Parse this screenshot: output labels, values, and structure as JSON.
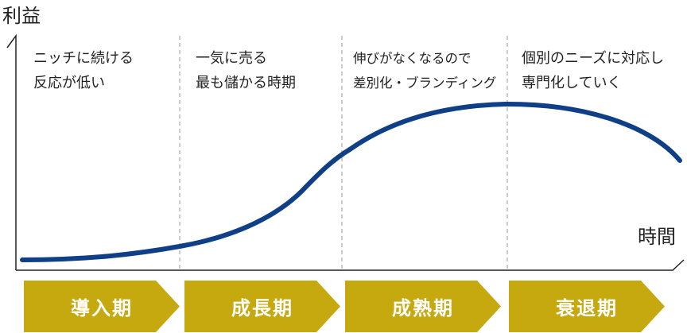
{
  "axes": {
    "y_label": "利益",
    "x_label": "時間"
  },
  "stages": [
    {
      "description_lines": [
        "ニッチに続ける",
        "反応が低い"
      ],
      "phase_label": "導入期"
    },
    {
      "description_lines": [
        "一気に売る",
        "最も儲かる時期"
      ],
      "phase_label": "成長期"
    },
    {
      "description_lines": [
        "伸びがなくなるので",
        "差別化・ブランディング"
      ],
      "phase_label": "成熟期"
    },
    {
      "description_lines": [
        "個別のニーズに対応し",
        "専門化していく"
      ],
      "phase_label": "衰退期"
    }
  ],
  "colors": {
    "curve": "#0f3f87",
    "phase_band": "#c6a90f",
    "divider": "#bbbbbb",
    "axis": "#222222"
  }
}
